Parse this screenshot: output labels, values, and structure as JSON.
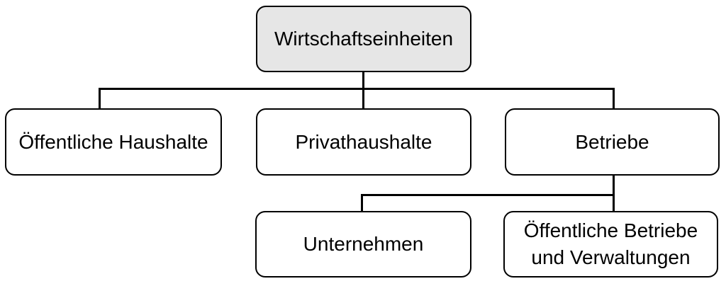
{
  "diagram": {
    "nodes": [
      {
        "id": "wirtschaftseinheiten",
        "label": "Wirtschaftseinheiten"
      },
      {
        "id": "oeffentliche-haushalte",
        "label": "Öffentliche Haushalte"
      },
      {
        "id": "privathaushalte",
        "label": "Privathaushalte"
      },
      {
        "id": "betriebe",
        "label": "Betriebe"
      },
      {
        "id": "unternehmen",
        "label": "Unternehmen"
      },
      {
        "id": "oeffentliche-betriebe-und-verwaltungen",
        "label": "Öffentliche Betriebe\nund Verwaltungen"
      }
    ],
    "edges": [
      {
        "from": "wirtschaftseinheiten",
        "to": "oeffentliche-haushalte"
      },
      {
        "from": "wirtschaftseinheiten",
        "to": "privathaushalte"
      },
      {
        "from": "wirtschaftseinheiten",
        "to": "betriebe"
      },
      {
        "from": "betriebe",
        "to": "unternehmen"
      },
      {
        "from": "betriebe",
        "to": "oeffentliche-betriebe-und-verwaltungen"
      }
    ],
    "colors": {
      "background": "#ffffff",
      "root_fill": "#e6e6e6",
      "node_fill": "#ffffff",
      "border": "#000000",
      "connector": "#000000",
      "text": "#000000"
    }
  }
}
